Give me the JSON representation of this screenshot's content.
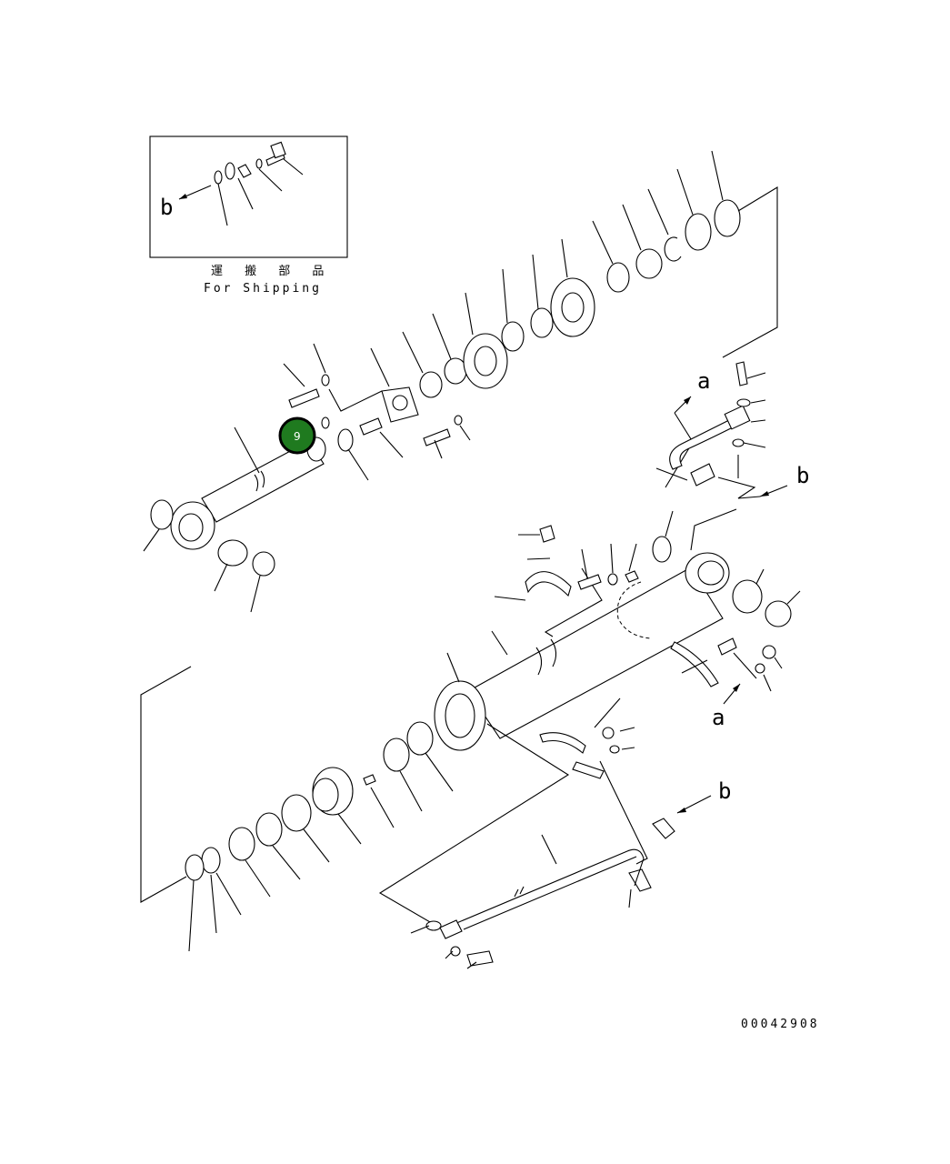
{
  "diagram": {
    "inset_caption_jp": "運 搬 部 品",
    "inset_caption_en": "For Shipping",
    "drawing_number": "00042908",
    "callout_marker": "9",
    "ref_a": "a",
    "ref_b": "b",
    "colors": {
      "line": "#000000",
      "marker": "#1f7a1f"
    }
  }
}
